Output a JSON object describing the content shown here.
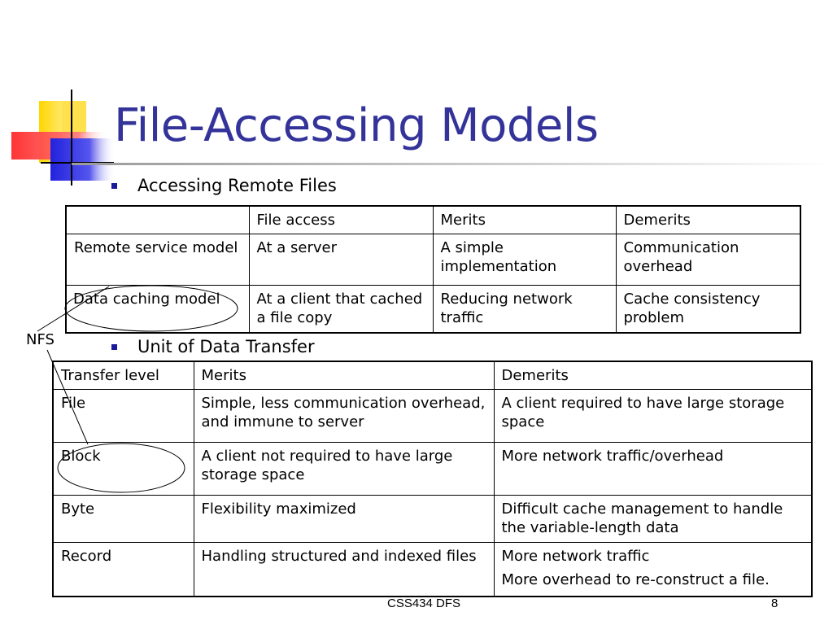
{
  "slide": {
    "title": "File-Accessing Models",
    "bullets": [
      "Accessing Remote Files",
      "Unit of Data Transfer"
    ],
    "annotation_label": "NFS",
    "footer_text": "CSS434 DFS",
    "page_number": "8",
    "colors": {
      "title": "#33339a",
      "bullet": "#1a1a9a",
      "logo_yellow": "#ffd500",
      "logo_red": "#ff3b3b",
      "logo_blue": "#2a2ae0"
    }
  },
  "table1": {
    "header": [
      "",
      "File access",
      "Merits",
      "Demerits"
    ],
    "rows": [
      [
        "Remote service model",
        "At a server",
        "A simple implementation",
        "Communication overhead"
      ],
      [
        "Data caching model",
        "At a client that cached a file copy",
        "Reducing network traffic",
        "Cache consistency problem"
      ]
    ]
  },
  "table2": {
    "header": [
      "Transfer level",
      "Merits",
      "Demerits"
    ],
    "rows": [
      [
        "File",
        "Simple, less communication overhead, and immune to server",
        "A client required to have large storage space"
      ],
      [
        "Block",
        "A client not required to have large storage space",
        "More network traffic/overhead"
      ],
      [
        "Byte",
        "Flexibility maximized",
        "Difficult cache management to handle the variable-length data"
      ],
      [
        "Record",
        "Handling structured and indexed files",
        [
          "More network traffic",
          "More overhead to re-construct a file."
        ]
      ]
    ]
  }
}
